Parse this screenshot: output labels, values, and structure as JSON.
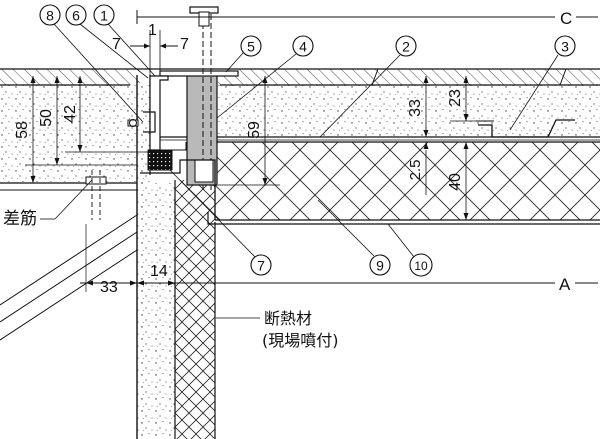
{
  "lines": {
    "top": "C",
    "bottom": "A"
  },
  "markers": [
    {
      "id": "m8",
      "label": "8"
    },
    {
      "id": "m6",
      "label": "6"
    },
    {
      "id": "m1",
      "label": "1"
    },
    {
      "id": "m5",
      "label": "5"
    },
    {
      "id": "m4",
      "label": "4"
    },
    {
      "id": "m2",
      "label": "2"
    },
    {
      "id": "m3",
      "label": "3"
    },
    {
      "id": "m7",
      "label": "7"
    },
    {
      "id": "m9",
      "label": "9"
    },
    {
      "id": "m10",
      "label": "10"
    }
  ],
  "dims": {
    "d7a": "7",
    "d1": "1",
    "d7b": "7",
    "d58": "58",
    "d50": "50",
    "d42": "42",
    "d59": "59",
    "d33v": "33",
    "d23": "23",
    "d25": "2.5",
    "d40": "40",
    "d33h": "33",
    "d14": "14"
  },
  "labels": {
    "rebar": "差筋",
    "insulation": "断熱材",
    "insulation_note": "(現場噴付)"
  },
  "colors": {
    "ink": "#111111",
    "block_fill": "#b9b9b9",
    "paper": "#ffffff"
  }
}
